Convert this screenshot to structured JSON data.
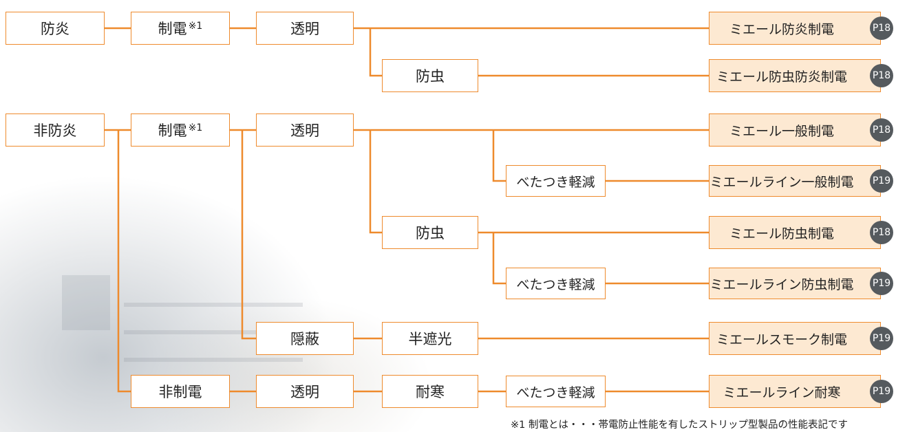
{
  "nodes": {
    "bouen": "防炎",
    "seiden_1": "制電",
    "toumei_1": "透明",
    "bouchu_1": "防虫",
    "hibouen": "非防炎",
    "seiden_2": "制電",
    "toumei_2": "透明",
    "betatsuki_1": "べたつき軽減",
    "bouchu_2": "防虫",
    "betatsuki_2": "べたつき軽減",
    "inpei": "隠蔽",
    "hanshakou": "半遮光",
    "hiseiden": "非制電",
    "toumei_3": "透明",
    "taikan": "耐寒",
    "betatsuki_3": "べたつき軽減",
    "footnote_mark": "※1"
  },
  "products": [
    {
      "name": "ミエール防炎制電",
      "page": "P18"
    },
    {
      "name": "ミエール防虫防炎制電",
      "page": "P18"
    },
    {
      "name": "ミエール一般制電",
      "page": "P18"
    },
    {
      "name": "ミエールライン一般制電",
      "page": "P19"
    },
    {
      "name": "ミエール防虫制電",
      "page": "P18"
    },
    {
      "name": "ミエールライン防虫制電",
      "page": "P19"
    },
    {
      "name": "ミエールスモーク制電",
      "page": "P19"
    },
    {
      "name": "ミエールライン耐寒",
      "page": "P19"
    }
  ],
  "footnote": "※1 制電とは・・・帯電防止性能を有したストリップ型製品の性能表記です",
  "colors": {
    "line": "#ee8a2c",
    "product_fill": "#fde9d2",
    "badge": "#555a5e"
  }
}
